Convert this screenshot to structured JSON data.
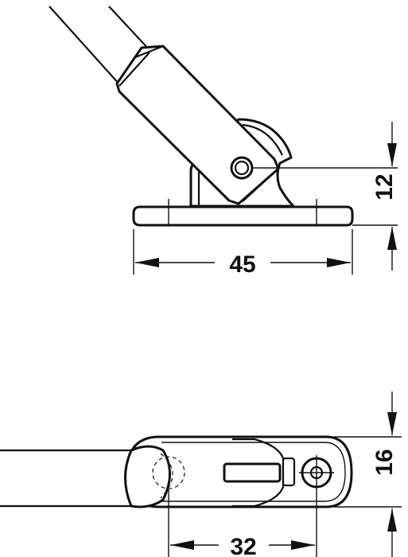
{
  "dimensions": {
    "overall_length": "45",
    "height": "12",
    "hole_spacing": "32",
    "width": "16"
  },
  "colors": {
    "ink": "#111111",
    "background": "#ffffff"
  }
}
